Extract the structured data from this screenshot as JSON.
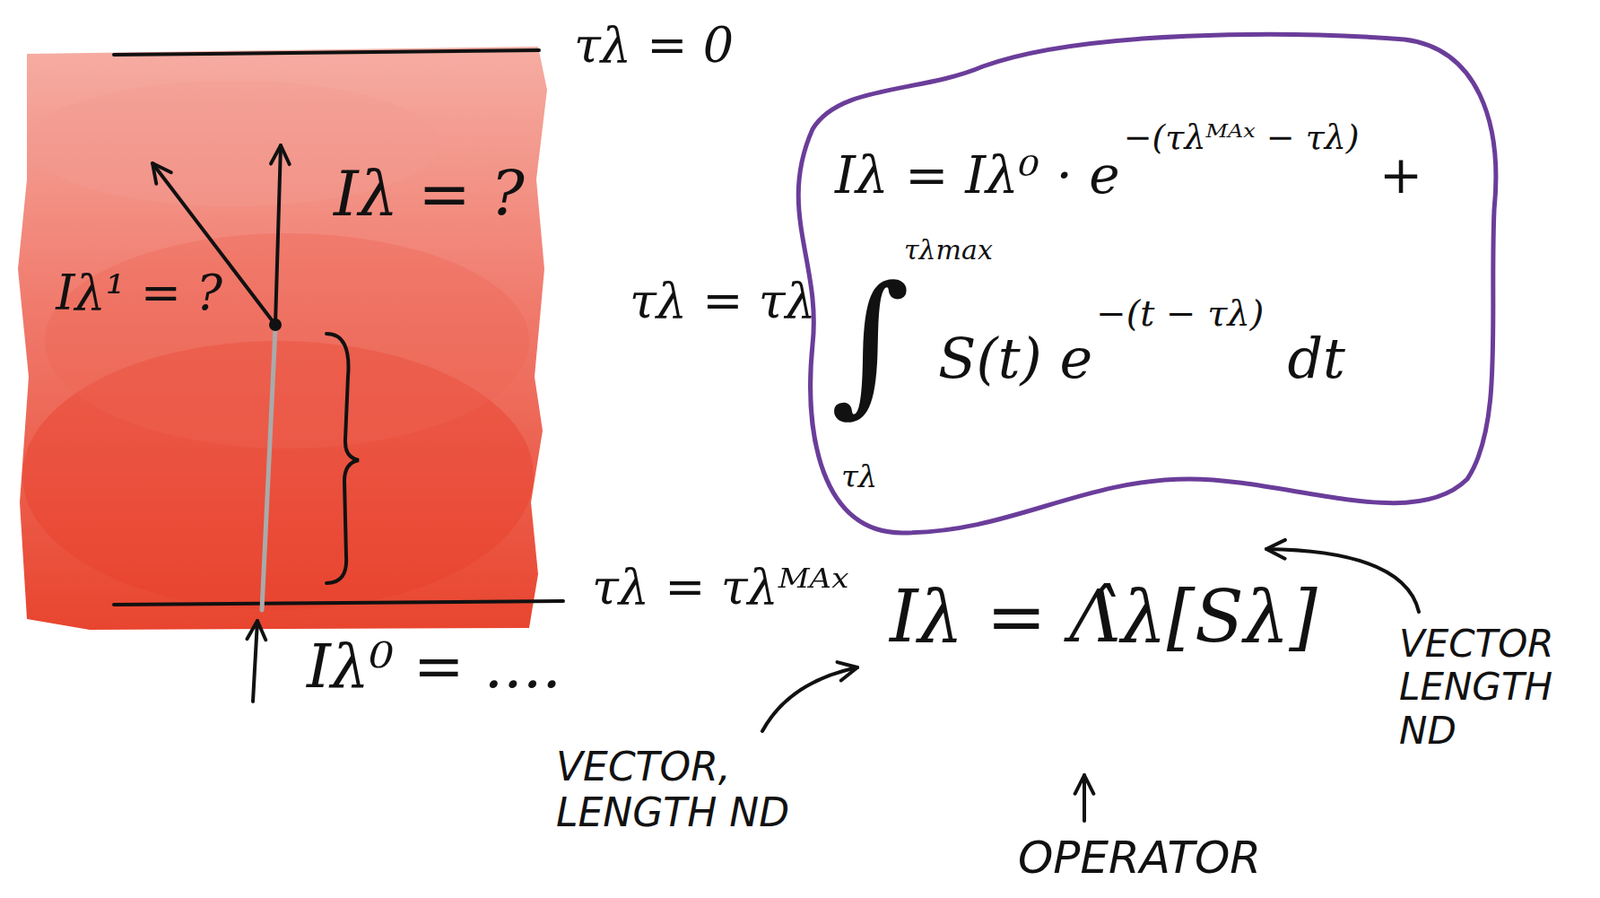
{
  "diagram": {
    "nodes": [
      {
        "text": [
          "Iλ = Iλ⁰ · e",
          "−(τλᴹᴬˣ − τλ)",
          "+",
          "τλmax",
          "∫",
          "τλ",
          "S(t) e",
          "−(t − τλ)",
          "dt"
        ]
      }
    ],
    "labels": [
      "τλ = 0",
      "Iλ = ?",
      "Iλ¹ = ?",
      "τλ = τλ",
      "τλ = τλᴹᴬˣ",
      "Iλ⁰ = ....",
      "Iλ = Λ̂λ[Sλ]",
      "VECTOR, LENGTH ND",
      "OPERATOR",
      "VECTOR LENGTH ND"
    ]
  }
}
